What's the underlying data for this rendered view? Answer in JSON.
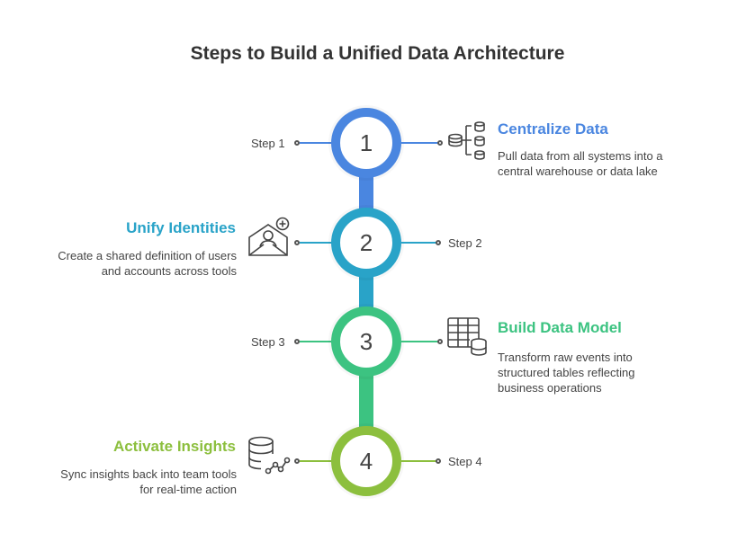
{
  "title": "Steps to Build a Unified Data Architecture",
  "colors": {
    "step1": "#4a86e0",
    "step2": "#29a3c8",
    "step3": "#3cc381",
    "step4": "#8cbf3e",
    "text": "#444444"
  },
  "steps": [
    {
      "number": "1",
      "step_label": "Step 1",
      "heading": "Centralize Data",
      "description_lines": [
        "Pull data from all systems into a",
        "central warehouse or data lake"
      ],
      "icon": "database-network-icon"
    },
    {
      "number": "2",
      "step_label": "Step 2",
      "heading": "Unify Identities",
      "description_lines": [
        "Create a shared definition of users",
        "and accounts across tools"
      ],
      "icon": "user-add-envelope-icon"
    },
    {
      "number": "3",
      "step_label": "Step 3",
      "heading": "Build Data Model",
      "description_lines": [
        "Transform raw events into",
        "structured tables reflecting",
        "business operations"
      ],
      "icon": "table-database-icon"
    },
    {
      "number": "4",
      "step_label": "Step 4",
      "heading": "Activate Insights",
      "description_lines": [
        "Sync insights back into team tools",
        "for real-time action"
      ],
      "icon": "database-analytics-icon"
    }
  ]
}
